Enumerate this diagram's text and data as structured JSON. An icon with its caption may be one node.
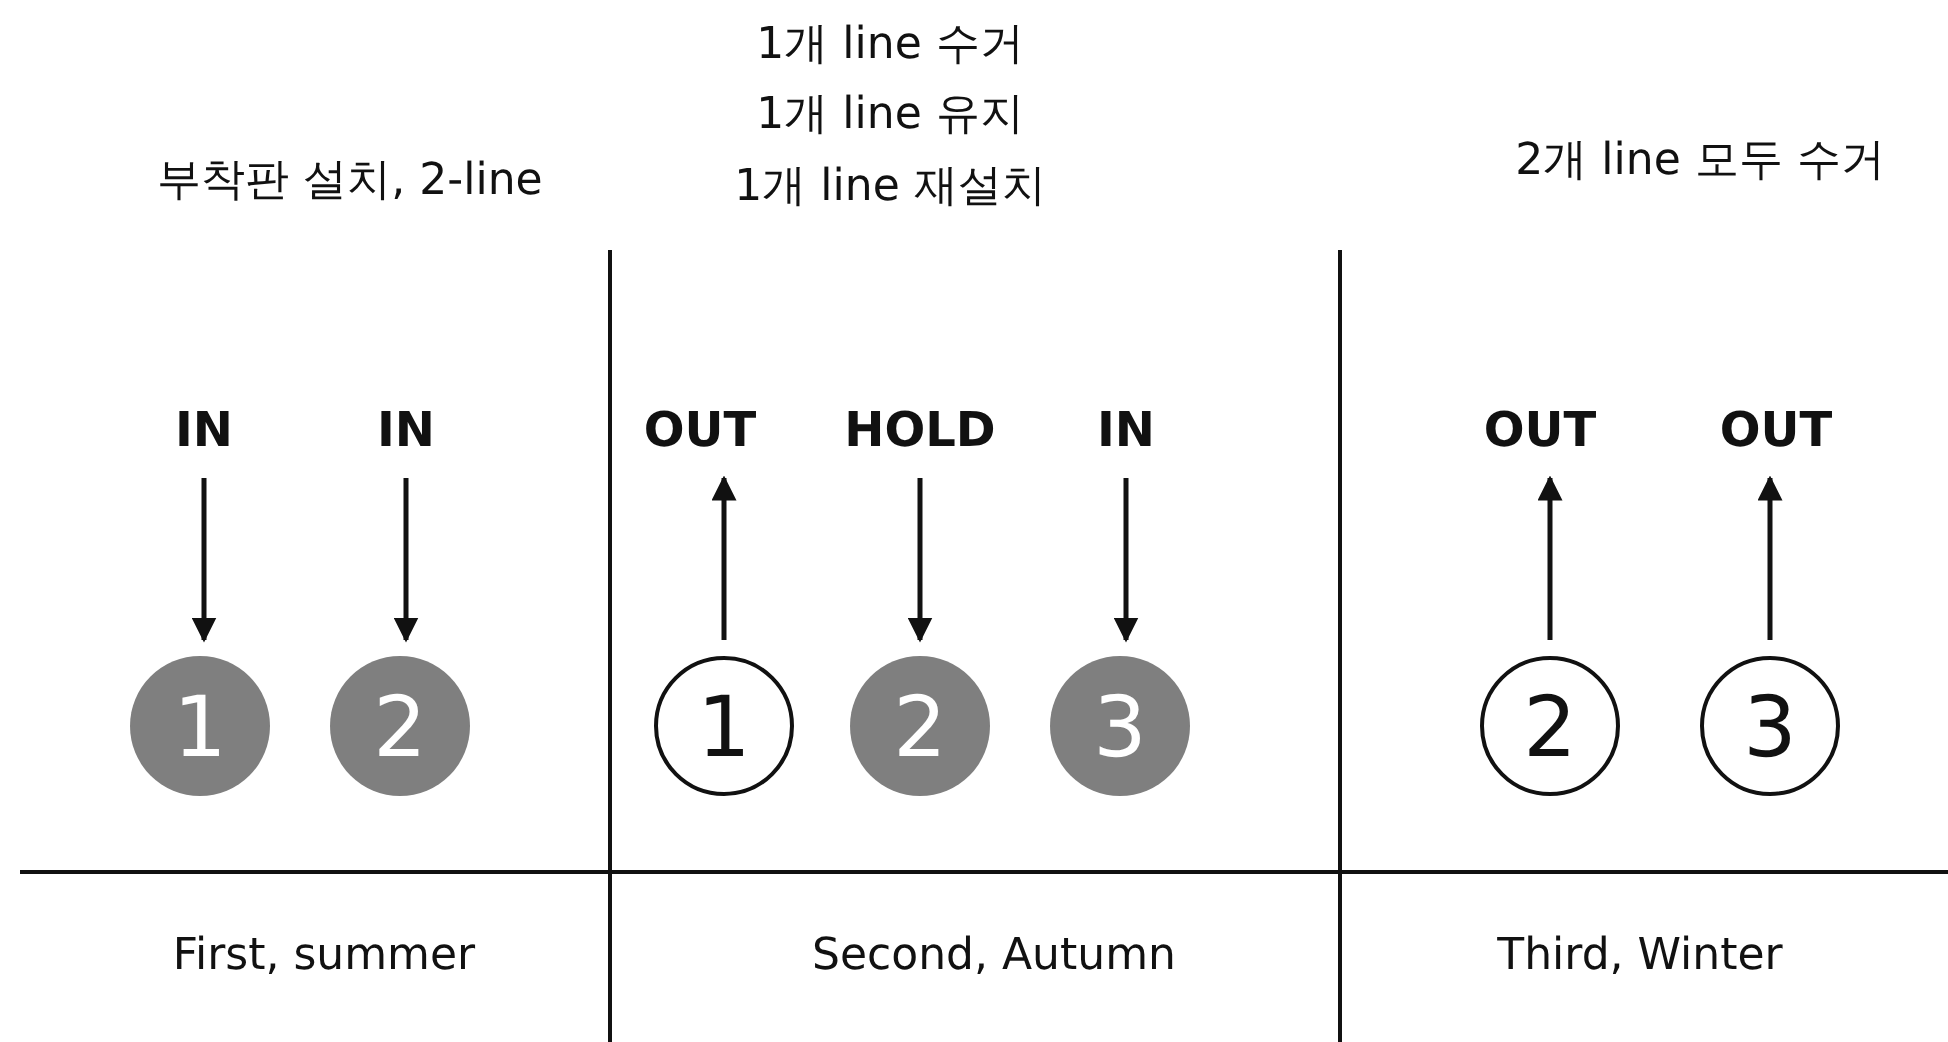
{
  "diagram": {
    "nodes": [
      {
        "text": [
          "IN"
        ]
      },
      {
        "text": [
          "IN"
        ]
      },
      {
        "text": [
          "OUT"
        ]
      },
      {
        "text": [
          "HOLD"
        ]
      },
      {
        "text": [
          "IN"
        ]
      },
      {
        "text": [
          "OUT"
        ]
      },
      {
        "text": [
          "OUT"
        ]
      },
      {
        "text": [
          "1"
        ]
      },
      {
        "text": [
          "2"
        ]
      },
      {
        "text": [
          "1"
        ]
      },
      {
        "text": [
          "2"
        ]
      },
      {
        "text": [
          "3"
        ]
      },
      {
        "text": [
          "2"
        ]
      },
      {
        "text": [
          "3"
        ]
      }
    ],
    "edges": [
      {
        "from": 0,
        "to": 7,
        "arrow": "to"
      },
      {
        "from": 1,
        "to": 8,
        "arrow": "to"
      },
      {
        "from": 9,
        "to": 2,
        "arrow": "to"
      },
      {
        "from": 3,
        "to": 10,
        "arrow": "to"
      },
      {
        "from": 4,
        "to": 11,
        "arrow": "to"
      },
      {
        "from": 12,
        "to": 5,
        "arrow": "to"
      },
      {
        "from": 13,
        "to": 6,
        "arrow": "to"
      }
    ],
    "labels": [
      "부착판 설치, 2-line",
      "1개 line 수거",
      "1개 line 유지",
      "1개 line 재설치",
      "2개 line 모두 수거",
      "First, summer",
      "Second, Autumn",
      "Third, Winter"
    ]
  }
}
